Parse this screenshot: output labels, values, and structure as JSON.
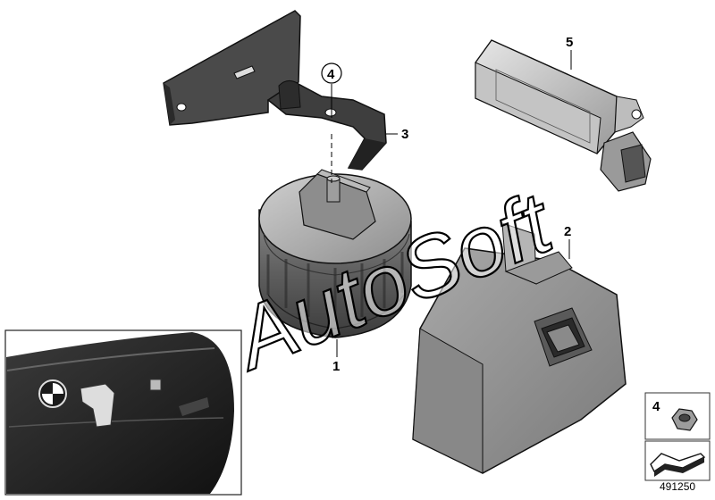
{
  "watermark": "AutoSoft",
  "document_number": "491250",
  "parts": [
    {
      "number": "1"
    },
    {
      "number": "2"
    },
    {
      "number": "3"
    },
    {
      "number": "4"
    },
    {
      "number": "5"
    }
  ],
  "legend_box": {
    "number": "4"
  }
}
